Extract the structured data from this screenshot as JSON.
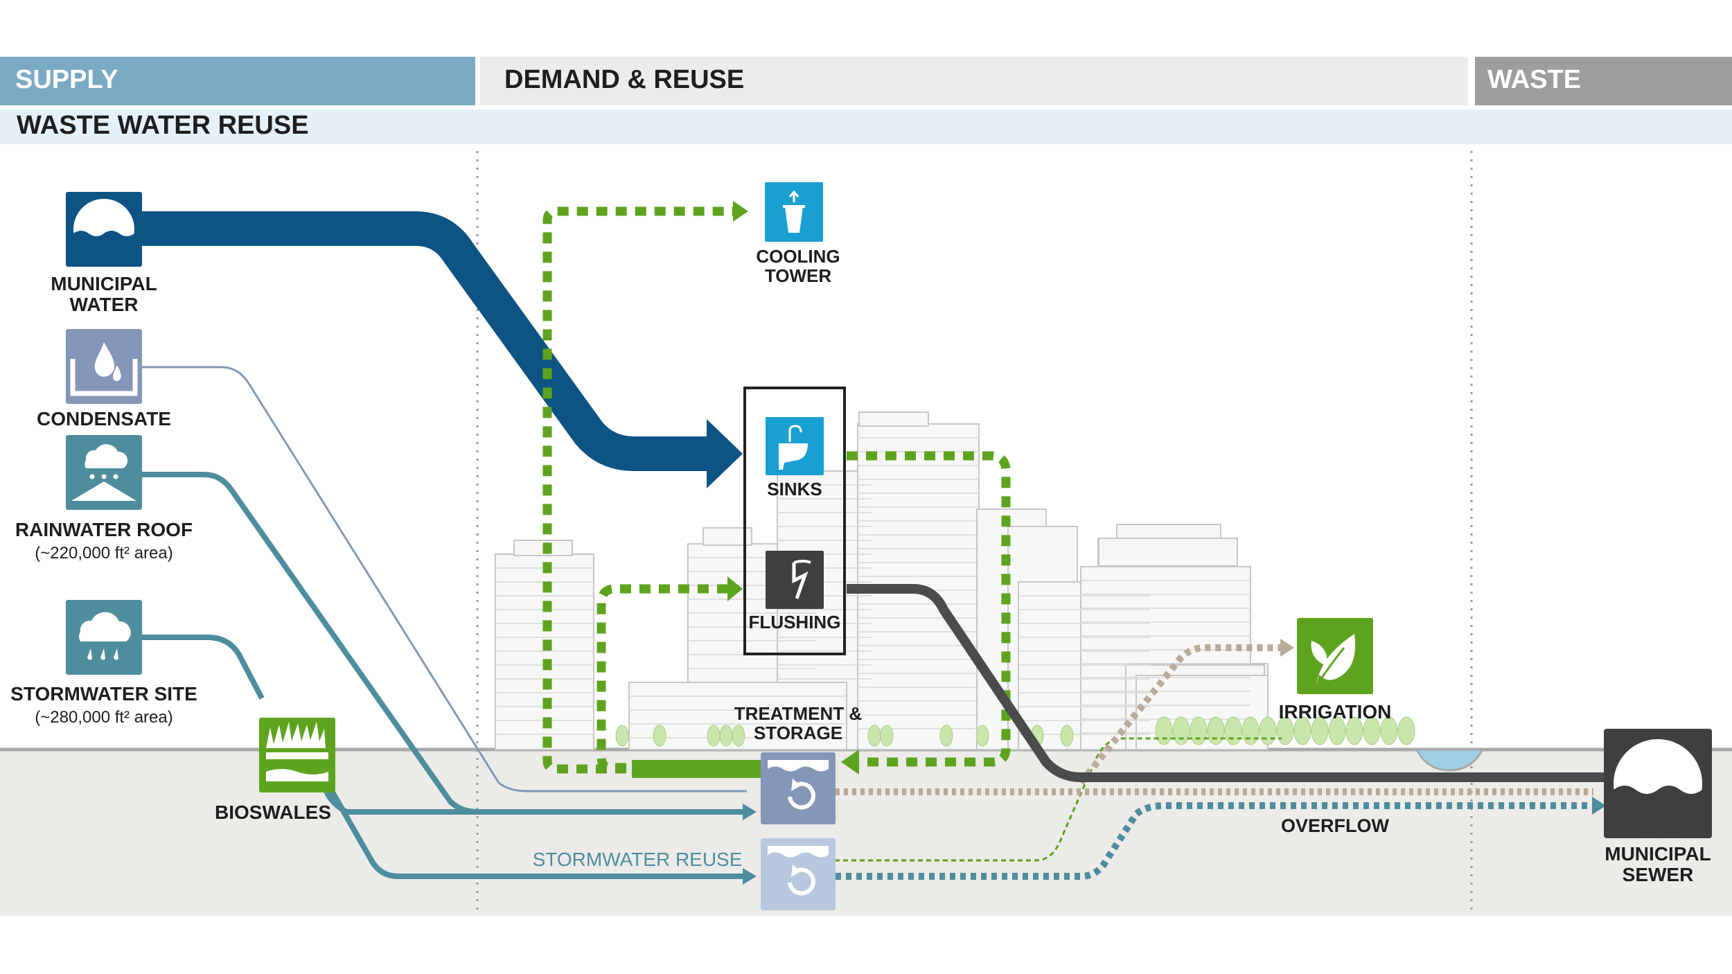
{
  "header": {
    "supply": "SUPPLY",
    "demand": "DEMAND & REUSE",
    "waste": "WASTE",
    "subtitle": "WASTE WATER REUSE"
  },
  "supply_sources": {
    "municipal_water": "MUNICIPAL WATER",
    "condensate": "CONDENSATE",
    "rainwater_roof": "RAINWATER ROOF",
    "rainwater_roof_area": "(~220,000 ft² area)",
    "stormwater_site": "STORMWATER SITE",
    "stormwater_site_area": "(~280,000 ft² area)",
    "bioswales": "BIOSWALES"
  },
  "demand_items": {
    "cooling_tower": "COOLING TOWER",
    "sinks": "SINKS",
    "flushing": "FLUSHING",
    "treatment": "TREATMENT & STORAGE",
    "irrigation": "IRRIGATION",
    "stormwater_reuse": "STORMWATER REUSE"
  },
  "waste_items": {
    "overflow": "OVERFLOW",
    "municipal_sewer": "MUNICIPAL SEWER"
  },
  "colors": {
    "supply_band": "#7aa9c3",
    "demand_band": "#ececea",
    "waste_band": "#9d9d9d",
    "subtitle_band": "#e6f0f8",
    "municipal_pipe": "#0d5384",
    "condensate_line": "#8497b8",
    "storm_line": "#4e8d9d",
    "reuse_green": "#5ea31e",
    "sewer_gray": "#4a4b4d",
    "overflow_tan": "#b9ab9a",
    "ground": "#ecebe8"
  }
}
